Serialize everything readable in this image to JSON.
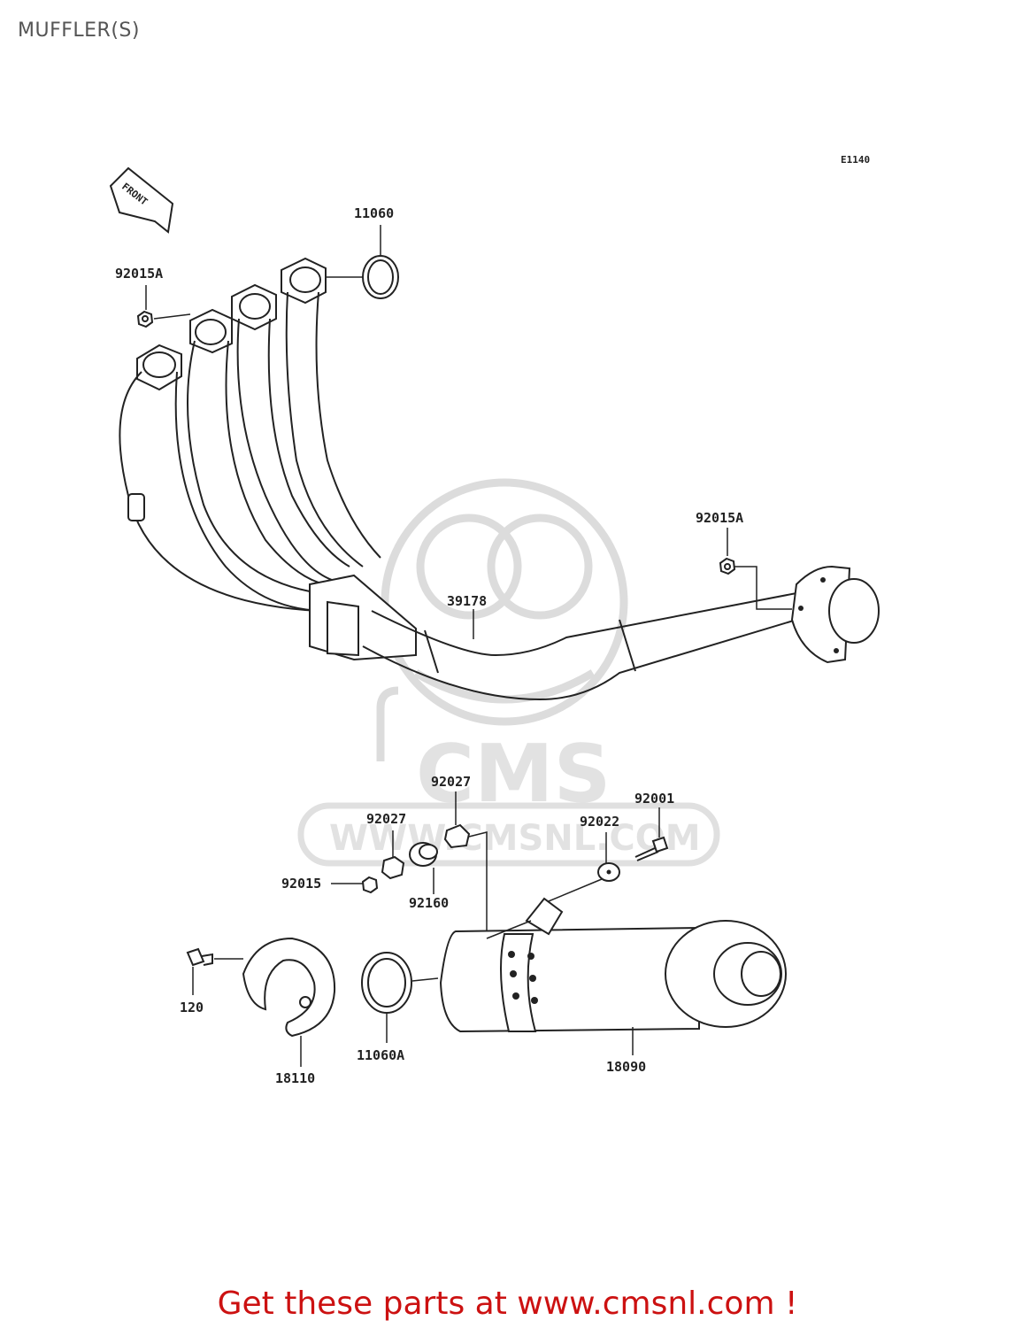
{
  "page": {
    "title": "MUFFLER(S)",
    "footer": "Get these parts at www.cmsnl.com !"
  },
  "diagram": {
    "code": "E1140",
    "front_label": "FRONT",
    "watermark": {
      "brand": "CMS",
      "url": "WWW.CMSNL.COM"
    },
    "parts": [
      {
        "id": "11060",
        "label": "11060"
      },
      {
        "id": "92015A_top",
        "label": "92015A"
      },
      {
        "id": "92015A_right",
        "label": "92015A"
      },
      {
        "id": "39178",
        "label": "39178"
      },
      {
        "id": "92027_a",
        "label": "92027"
      },
      {
        "id": "92027_b",
        "label": "92027"
      },
      {
        "id": "92001",
        "label": "92001"
      },
      {
        "id": "92022",
        "label": "92022"
      },
      {
        "id": "92015",
        "label": "92015"
      },
      {
        "id": "92160",
        "label": "92160"
      },
      {
        "id": "120",
        "label": "120"
      },
      {
        "id": "18110",
        "label": "18110"
      },
      {
        "id": "11060A",
        "label": "11060A"
      },
      {
        "id": "18090",
        "label": "18090"
      }
    ]
  }
}
